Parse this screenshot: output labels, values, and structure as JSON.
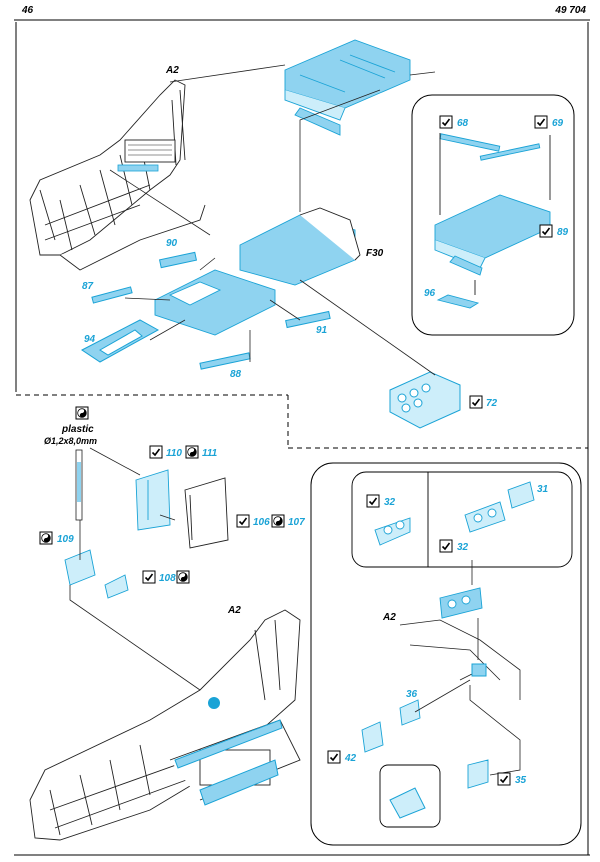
{
  "page": {
    "left_number": "46",
    "right_number": "49 704"
  },
  "colors": {
    "etch": "#8fd3f0",
    "etch_dark": "#1aa3d6",
    "line": "#222222",
    "label": "#1aa3d6"
  },
  "icons": {
    "bend": "bend-check-icon",
    "paint": "paint-yin-yang-icon"
  },
  "top": {
    "cockpit_ref": "A2",
    "floor_ref": "F30",
    "parts": [
      "90",
      "87",
      "94",
      "88",
      "91",
      "72"
    ],
    "inset_parts": [
      "68",
      "69",
      "89",
      "96"
    ]
  },
  "bottom": {
    "plastic_label": "plastic",
    "rod_spec": "Ø1,2x8,0mm",
    "cockpit_ref": "A2",
    "parts": [
      "110",
      "111",
      "106",
      "107",
      "109",
      "108"
    ],
    "inset_cockpit_ref": "A2",
    "inset_parts": [
      "32",
      "31",
      "32",
      "36",
      "42",
      "35"
    ]
  }
}
